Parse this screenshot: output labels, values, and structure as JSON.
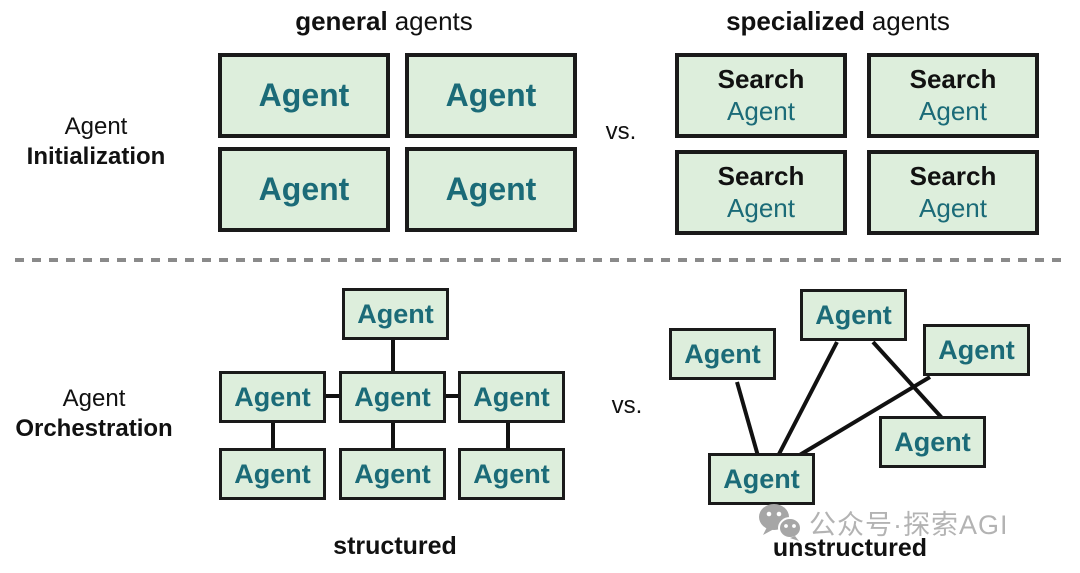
{
  "colors": {
    "box_fill": "#ddeedc",
    "box_border": "#1a1a1a",
    "teal": "#1b6b78",
    "divider": "#8a8a8a",
    "watermark": "#b3b3b3"
  },
  "initialization": {
    "label_line1": "Agent",
    "label_line2": "Initialization",
    "vs": "vs.",
    "general": {
      "title_bold": "general",
      "title_rest": "agents",
      "boxes": [
        "Agent",
        "Agent",
        "Agent",
        "Agent"
      ]
    },
    "specialized": {
      "title_bold": "specialized",
      "title_rest": "agents",
      "boxes": [
        {
          "top": "Search",
          "bottom": "Agent"
        },
        {
          "top": "Search",
          "bottom": "Agent"
        },
        {
          "top": "Search",
          "bottom": "Agent"
        },
        {
          "top": "Search",
          "bottom": "Agent"
        }
      ]
    }
  },
  "orchestration": {
    "label_line1": "Agent",
    "label_line2": "Orchestration",
    "vs": "vs.",
    "structured": {
      "caption": "structured",
      "nodes": [
        "Agent",
        "Agent",
        "Agent",
        "Agent",
        "Agent",
        "Agent",
        "Agent"
      ]
    },
    "unstructured": {
      "caption": "unstructured",
      "nodes": [
        "Agent",
        "Agent",
        "Agent",
        "Agent",
        "Agent"
      ]
    }
  },
  "watermark": {
    "icon": "wechat-icon",
    "text": "公众号·探索AGI"
  }
}
